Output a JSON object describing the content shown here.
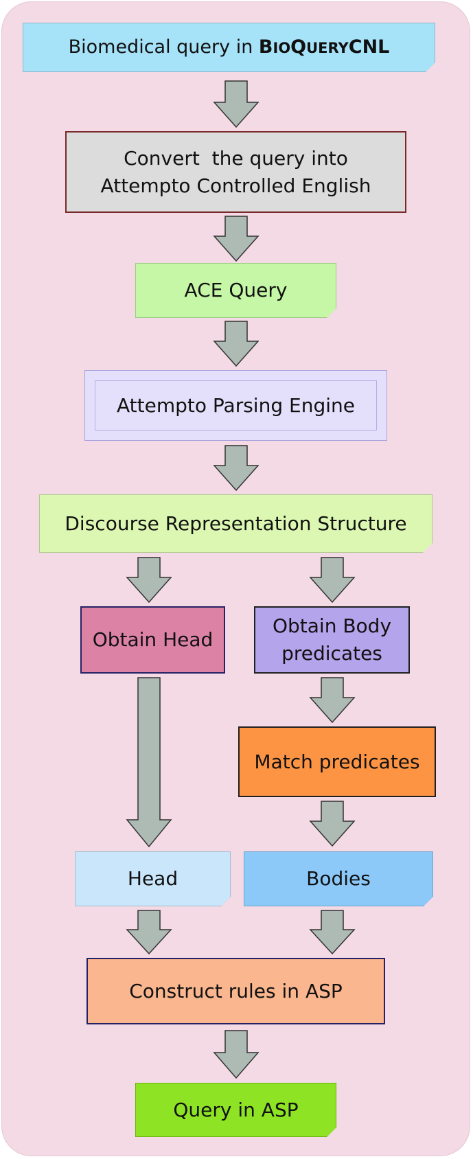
{
  "flow": {
    "input_query_prefix": "Biomedical query in",
    "input_query_brand": {
      "b": "B",
      "io": "IO",
      "q": "Q",
      "uery": "UERY",
      "cnl": "CNL"
    },
    "convert_line1": "Convert  the query into",
    "convert_line2": "Attempto Controlled English",
    "ace_query": "ACE Query",
    "parsing_engine": "Attempto Parsing Engine",
    "drs": "Discourse Representation Structure",
    "obtain_head": "Obtain Head",
    "obtain_body_line1": "Obtain Body",
    "obtain_body_line2": "predicates",
    "match_predicates": "Match predicates",
    "head": "Head",
    "bodies": "Bodies",
    "construct_rules": "Construct rules in ASP",
    "query_asp": "Query in ASP"
  },
  "colors": {
    "background": "#f4dae4",
    "input_box": "#a6e2f8",
    "convert_box": "#dcdcdc",
    "ace_box": "#c6f7a6",
    "engine_box": "#e4e0fb",
    "drs_box": "#dcf7b2",
    "obtain_head_box": "#dc82a4",
    "obtain_body_box": "#b4a4ec",
    "match_box": "#fc9444",
    "head_box": "#cae6fa",
    "bodies_box": "#8cc8f8",
    "construct_box": "#fab68e",
    "query_box": "#8ee424",
    "arrow_fill": "#aebab4"
  }
}
